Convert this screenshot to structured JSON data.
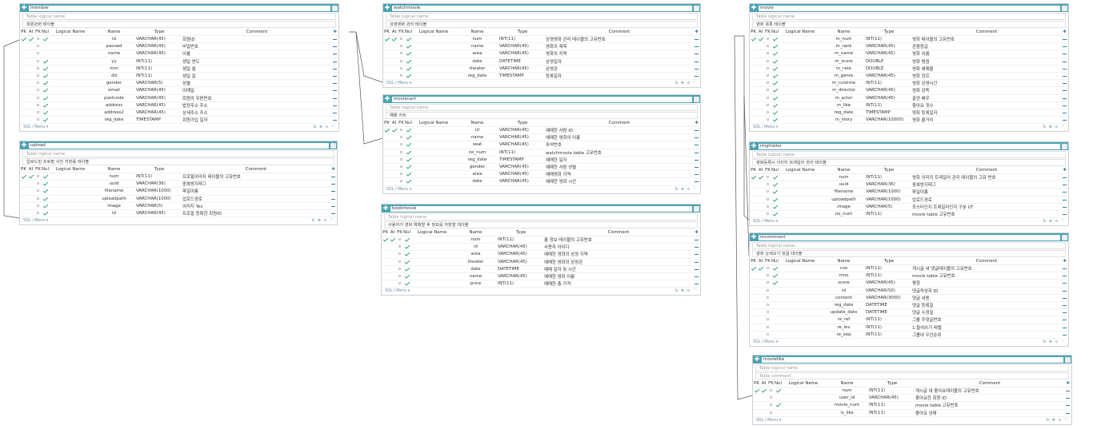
{
  "ui": {
    "logical_placeholder": "Table logical name",
    "comment_placeholder": "Table comment",
    "footer_label": "SQL / Menu ▾",
    "footer_tools": "⇅ ✥ ⊙ ⌃",
    "columns": {
      "pk": "PK",
      "ai": "AI",
      "fk": "FK",
      "nn": "Null",
      "logical": "Logical Name",
      "name": "Name",
      "type": "Type",
      "comment": "Comment"
    }
  },
  "tables": [
    {
      "name": "member",
      "comment": "회원관련 테이블",
      "rows": [
        {
          "name": "id",
          "type": "VARCHAR(45)",
          "comment": "회원ID",
          "pk": 1,
          "nn": 1
        },
        {
          "name": "passwd",
          "type": "VARCHAR(45)",
          "comment": "비밀번호",
          "pk": 0,
          "nn": 0
        },
        {
          "name": "name",
          "type": "VARCHAR(45)",
          "comment": "이름",
          "pk": 0,
          "nn": 0
        },
        {
          "name": "yy",
          "type": "INT(11)",
          "comment": "생일 연도",
          "pk": 0,
          "nn": 1
        },
        {
          "name": "mm",
          "type": "INT(11)",
          "comment": "생일 월",
          "pk": 0,
          "nn": 1
        },
        {
          "name": "dd",
          "type": "INT(11)",
          "comment": "생일 일",
          "pk": 0,
          "nn": 1
        },
        {
          "name": "gender",
          "type": "VARCHAR(5)",
          "comment": "성별",
          "pk": 0,
          "nn": 1
        },
        {
          "name": "email",
          "type": "VARCHAR(45)",
          "comment": "이메일",
          "pk": 0,
          "nn": 1
        },
        {
          "name": "postcode",
          "type": "VARCHAR(45)",
          "comment": "회원의 우편번호",
          "pk": 0,
          "nn": 1
        },
        {
          "name": "address",
          "type": "VARCHAR(45)",
          "comment": "법정주소 주소",
          "pk": 0,
          "nn": 1
        },
        {
          "name": "address2",
          "type": "VARCHAR(45)",
          "comment": "상세주소 주소",
          "pk": 0,
          "nn": 1
        },
        {
          "name": "reg_date",
          "type": "TIMESTAMP",
          "comment": "회원가입 일자",
          "pk": 0,
          "nn": 1
        }
      ]
    },
    {
      "name": "upload",
      "comment": "업로드된 프로필 사진 저장용 테이블",
      "rows": [
        {
          "name": "num",
          "type": "INT(11)",
          "comment": "프로필이미지 테이블의 고유번호",
          "pk": 1,
          "nn": 1
        },
        {
          "name": "uuid",
          "type": "VARCHAR(36)",
          "comment": "중복방지태그",
          "pk": 0,
          "nn": 1
        },
        {
          "name": "filename",
          "type": "VARCHAR(1000)",
          "comment": "파일이름",
          "pk": 0,
          "nn": 1
        },
        {
          "name": "uploadpath",
          "type": "VARCHAR(1000)",
          "comment": "업로드경로",
          "pk": 0,
          "nn": 1
        },
        {
          "name": "image",
          "type": "VARCHAR(5)",
          "comment": "이미지 Yes",
          "pk": 0,
          "nn": 1
        },
        {
          "name": "id",
          "type": "VARCHAR(45)",
          "comment": "프로필 등록한 회원ID",
          "pk": 0,
          "nn": 1
        }
      ]
    },
    {
      "name": "watchmovie",
      "comment": "상영영화 관리 테이블",
      "rows": [
        {
          "name": "num",
          "type": "INT(11)",
          "comment": "상영영화 관리 테이블의 고유번호",
          "pk": 1,
          "nn": 1
        },
        {
          "name": "name",
          "type": "VARCHAR(45)",
          "comment": "영화의 제목",
          "pk": 0,
          "nn": 1
        },
        {
          "name": "area",
          "type": "VARCHAR(45)",
          "comment": "영화의 지역",
          "pk": 0,
          "nn": 1
        },
        {
          "name": "date",
          "type": "DATETIME",
          "comment": "상영일자",
          "pk": 0,
          "nn": 1
        },
        {
          "name": "theater",
          "type": "VARCHAR(45)",
          "comment": "상영관",
          "pk": 0,
          "nn": 1
        },
        {
          "name": "reg_date",
          "type": "TIMESTAMP",
          "comment": "등록일자",
          "pk": 0,
          "nn": 1
        }
      ]
    },
    {
      "name": "moviecart",
      "comment": "예매 카트",
      "rows": [
        {
          "name": "id",
          "type": "VARCHAR(45)",
          "comment": "예매한 사람 ID",
          "pk": 1,
          "nn": 1
        },
        {
          "name": "name",
          "type": "VARCHAR(45)",
          "comment": "예매한 영화의 이름",
          "pk": 0,
          "nn": 1
        },
        {
          "name": "seat",
          "type": "VARCHAR(45)",
          "comment": "좌석번호",
          "pk": 0,
          "nn": 1
        },
        {
          "name": "no_num",
          "type": "INT(11)",
          "comment": "watchmovie table 고유번호",
          "pk": 0,
          "nn": 1
        },
        {
          "name": "reg_date",
          "type": "TIMESTAMP",
          "comment": "예매한 일자",
          "pk": 0,
          "nn": 1
        },
        {
          "name": "gender",
          "type": "VARCHAR(45)",
          "comment": "예매한 사람 성별",
          "pk": 0,
          "nn": 1
        },
        {
          "name": "area",
          "type": "VARCHAR(45)",
          "comment": "예매영화 지역",
          "pk": 0,
          "nn": 1
        },
        {
          "name": "date",
          "type": "VARCHAR(45)",
          "comment": "예매한 영화 시간",
          "pk": 0,
          "nn": 1
        }
      ]
    },
    {
      "name": "bookmovie",
      "comment": "사용자가 영화 예매할 후 정보를 저장할 테이블",
      "rows": [
        {
          "name": "num",
          "type": "INT(11)",
          "comment": "총 정보 테이블의 고유번호",
          "pk": 1,
          "nn": 1
        },
        {
          "name": "id",
          "type": "VARCHAR(45)",
          "comment": "사용자 아이디",
          "pk": 0,
          "nn": 1
        },
        {
          "name": "area",
          "type": "VARCHAR(45)",
          "comment": "예매한 영화의 상영 지역",
          "pk": 0,
          "nn": 1
        },
        {
          "name": "theater",
          "type": "VARCHAR(45)",
          "comment": "예매한 영화의 상영관",
          "pk": 0,
          "nn": 1
        },
        {
          "name": "date",
          "type": "DATETIME",
          "comment": "예매 일자 및 시간",
          "pk": 0,
          "nn": 1
        },
        {
          "name": "name",
          "type": "VARCHAR(45)",
          "comment": "예매한 영화 이름",
          "pk": 0,
          "nn": 1
        },
        {
          "name": "price",
          "type": "INT(11)",
          "comment": "예매한 총 가격",
          "pk": 0,
          "nn": 1
        }
      ]
    },
    {
      "name": "movie",
      "comment": "영화 목록 테이블",
      "rows": [
        {
          "name": "m_num",
          "type": "INT(11)",
          "comment": "영화 테이블의 고유번호",
          "pk": 1,
          "nn": 1
        },
        {
          "name": "m_rank",
          "type": "VARCHAR(45)",
          "comment": "관람등급",
          "pk": 0,
          "nn": 1
        },
        {
          "name": "m_name",
          "type": "VARCHAR(45)",
          "comment": "영화 이름",
          "pk": 0,
          "nn": 1
        },
        {
          "name": "m_score",
          "type": "DOUBLE",
          "comment": "영화 평점",
          "pk": 0,
          "nn": 1
        },
        {
          "name": "m_rate",
          "type": "DOUBLE",
          "comment": "영화 예매율",
          "pk": 0,
          "nn": 1
        },
        {
          "name": "m_genre",
          "type": "VARCHAR(45)",
          "comment": "영화 장르",
          "pk": 0,
          "nn": 1
        },
        {
          "name": "m_runtime",
          "type": "INT(11)",
          "comment": "영화 상영시간",
          "pk": 0,
          "nn": 1
        },
        {
          "name": "m_director",
          "type": "VARCHAR(45)",
          "comment": "영화 감독",
          "pk": 0,
          "nn": 1
        },
        {
          "name": "m_actor",
          "type": "VARCHAR(45)",
          "comment": "출연 배우",
          "pk": 0,
          "nn": 1
        },
        {
          "name": "m_like",
          "type": "INT(11)",
          "comment": "좋아요 갯수",
          "pk": 0,
          "nn": 1
        },
        {
          "name": "reg_date",
          "type": "TIMESTAMP",
          "comment": "영화 등록일자",
          "pk": 0,
          "nn": 1
        },
        {
          "name": "m_story",
          "type": "VARCHAR(10000)",
          "comment": "영화 줄거리",
          "pk": 0,
          "nn": 1
        }
      ]
    },
    {
      "name": "imgtrailer",
      "comment": "영화등록시 이미지 트레일러 관리 테이블",
      "rows": [
        {
          "name": "num",
          "type": "INT(11)",
          "comment": "영화 이미지 트레일러 관리 테이블의 고유 번호",
          "pk": 1,
          "nn": 1
        },
        {
          "name": "uuid",
          "type": "VARCHAR(36)",
          "comment": "중복방지태그",
          "pk": 0,
          "nn": 1
        },
        {
          "name": "filename",
          "type": "VARCHAR(1000)",
          "comment": "파일이름",
          "pk": 0,
          "nn": 1
        },
        {
          "name": "uploadpath",
          "type": "VARCHAR(1000)",
          "comment": "업로드경로",
          "pk": 0,
          "nn": 1
        },
        {
          "name": "image",
          "type": "VARCHAR(5)",
          "comment": "포스터인지 트레일러인지 구분 I/T",
          "pk": 0,
          "nn": 1
        },
        {
          "name": "no_num",
          "type": "INT(11)",
          "comment": "movie table 고유번호",
          "pk": 0,
          "nn": 1
        }
      ]
    },
    {
      "name": "mcomment",
      "comment": "영화 상세보기 댓글 테이블",
      "rows": [
        {
          "name": "cno",
          "type": "INT(11)",
          "comment": "게시글 내 댓글테이블의 고유번호",
          "pk": 1,
          "nn": 1
        },
        {
          "name": "mno",
          "type": "INT(11)",
          "comment": "movie table 고유번호",
          "pk": 0,
          "nn": 1
        },
        {
          "name": "score",
          "type": "VARCHAR(45)",
          "comment": "평점",
          "pk": 0,
          "nn": 1
        },
        {
          "name": "id",
          "type": "VARCHAR(50)",
          "comment": "댓글작성자 ID",
          "pk": 0,
          "nn": 0
        },
        {
          "name": "content",
          "type": "VARCHAR(3000)",
          "comment": "댓글 내용",
          "pk": 0,
          "nn": 0
        },
        {
          "name": "reg_date",
          "type": "DATETIME",
          "comment": "댓글 등록일",
          "pk": 0,
          "nn": 0
        },
        {
          "name": "update_date",
          "type": "DATETIME",
          "comment": "댓글 수정일",
          "pk": 0,
          "nn": 0
        },
        {
          "name": "re_ref",
          "type": "INT(11)",
          "comment": "그룹 주댓글번호",
          "pk": 0,
          "nn": 0
        },
        {
          "name": "re_lev",
          "type": "INT(11)",
          "comment": "1:들여쓰기 레벨",
          "pk": 0,
          "nn": 0
        },
        {
          "name": "re_seq",
          "type": "INT(11)",
          "comment": "그룹내 우선순위",
          "pk": 0,
          "nn": 0
        }
      ]
    },
    {
      "name": "movielike",
      "comment": "",
      "rows": [
        {
          "name": "num",
          "type": "INT(11)",
          "comment": "게시글 내 좋아요테이블의 고유번호",
          "pk": 1,
          "nn": 1
        },
        {
          "name": "user_id",
          "type": "VARCHAR(45)",
          "comment": "좋아요한 회원 ID",
          "pk": 0,
          "nn": 0
        },
        {
          "name": "movie_num",
          "type": "INT(11)",
          "comment": "movie table 고유번호",
          "pk": 0,
          "nn": 1
        },
        {
          "name": "is_like",
          "type": "INT(11)",
          "comment": "좋아요 상태",
          "pk": 0,
          "nn": 0
        }
      ]
    }
  ]
}
